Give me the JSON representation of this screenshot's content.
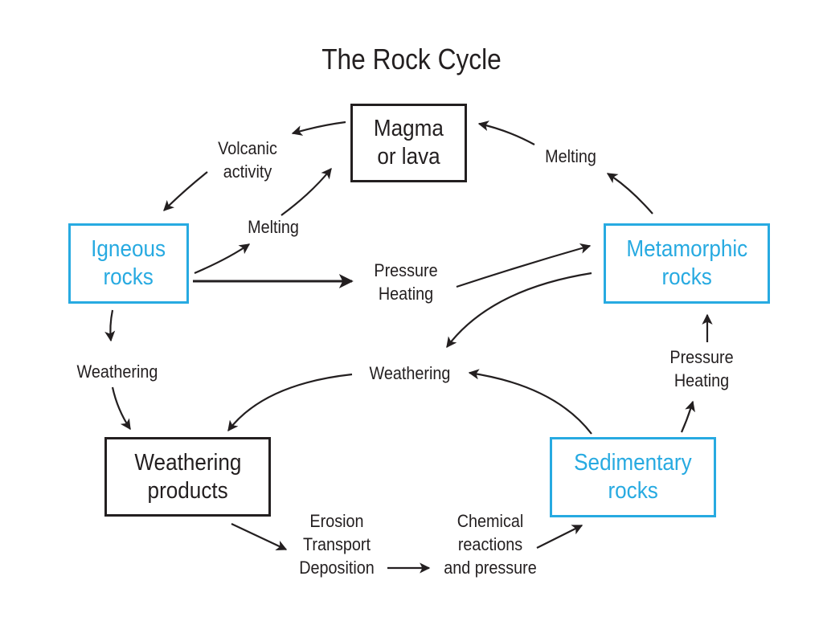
{
  "title": "The Rock Cycle",
  "colors": {
    "ink": "#231f20",
    "rock_blue": "#27aae1",
    "background": "#ffffff"
  },
  "nodes": {
    "magma": {
      "line1": "Magma",
      "line2": "or lava"
    },
    "igneous": {
      "line1": "Igneous",
      "line2": "rocks"
    },
    "metamorphic": {
      "line1": "Metamorphic",
      "line2": "rocks"
    },
    "weathering_products": {
      "line1": "Weathering",
      "line2": "products"
    },
    "sedimentary": {
      "line1": "Sedimentary",
      "line2": "rocks"
    }
  },
  "labels": {
    "volcanic": {
      "line1": "Volcanic",
      "line2": "activity"
    },
    "melting_left": "Melting",
    "melting_right": "Melting",
    "pressure_heating_center": {
      "line1": "Pressure",
      "line2": "Heating"
    },
    "pressure_heating_right": {
      "line1": "Pressure",
      "line2": "Heating"
    },
    "weathering_left": "Weathering",
    "weathering_center": "Weathering",
    "erosion": {
      "line1": "Erosion",
      "line2": "Transport",
      "line3": "Deposition"
    },
    "chemical": {
      "line1": "Chemical",
      "line2": "reactions",
      "line3": "and pressure"
    }
  }
}
